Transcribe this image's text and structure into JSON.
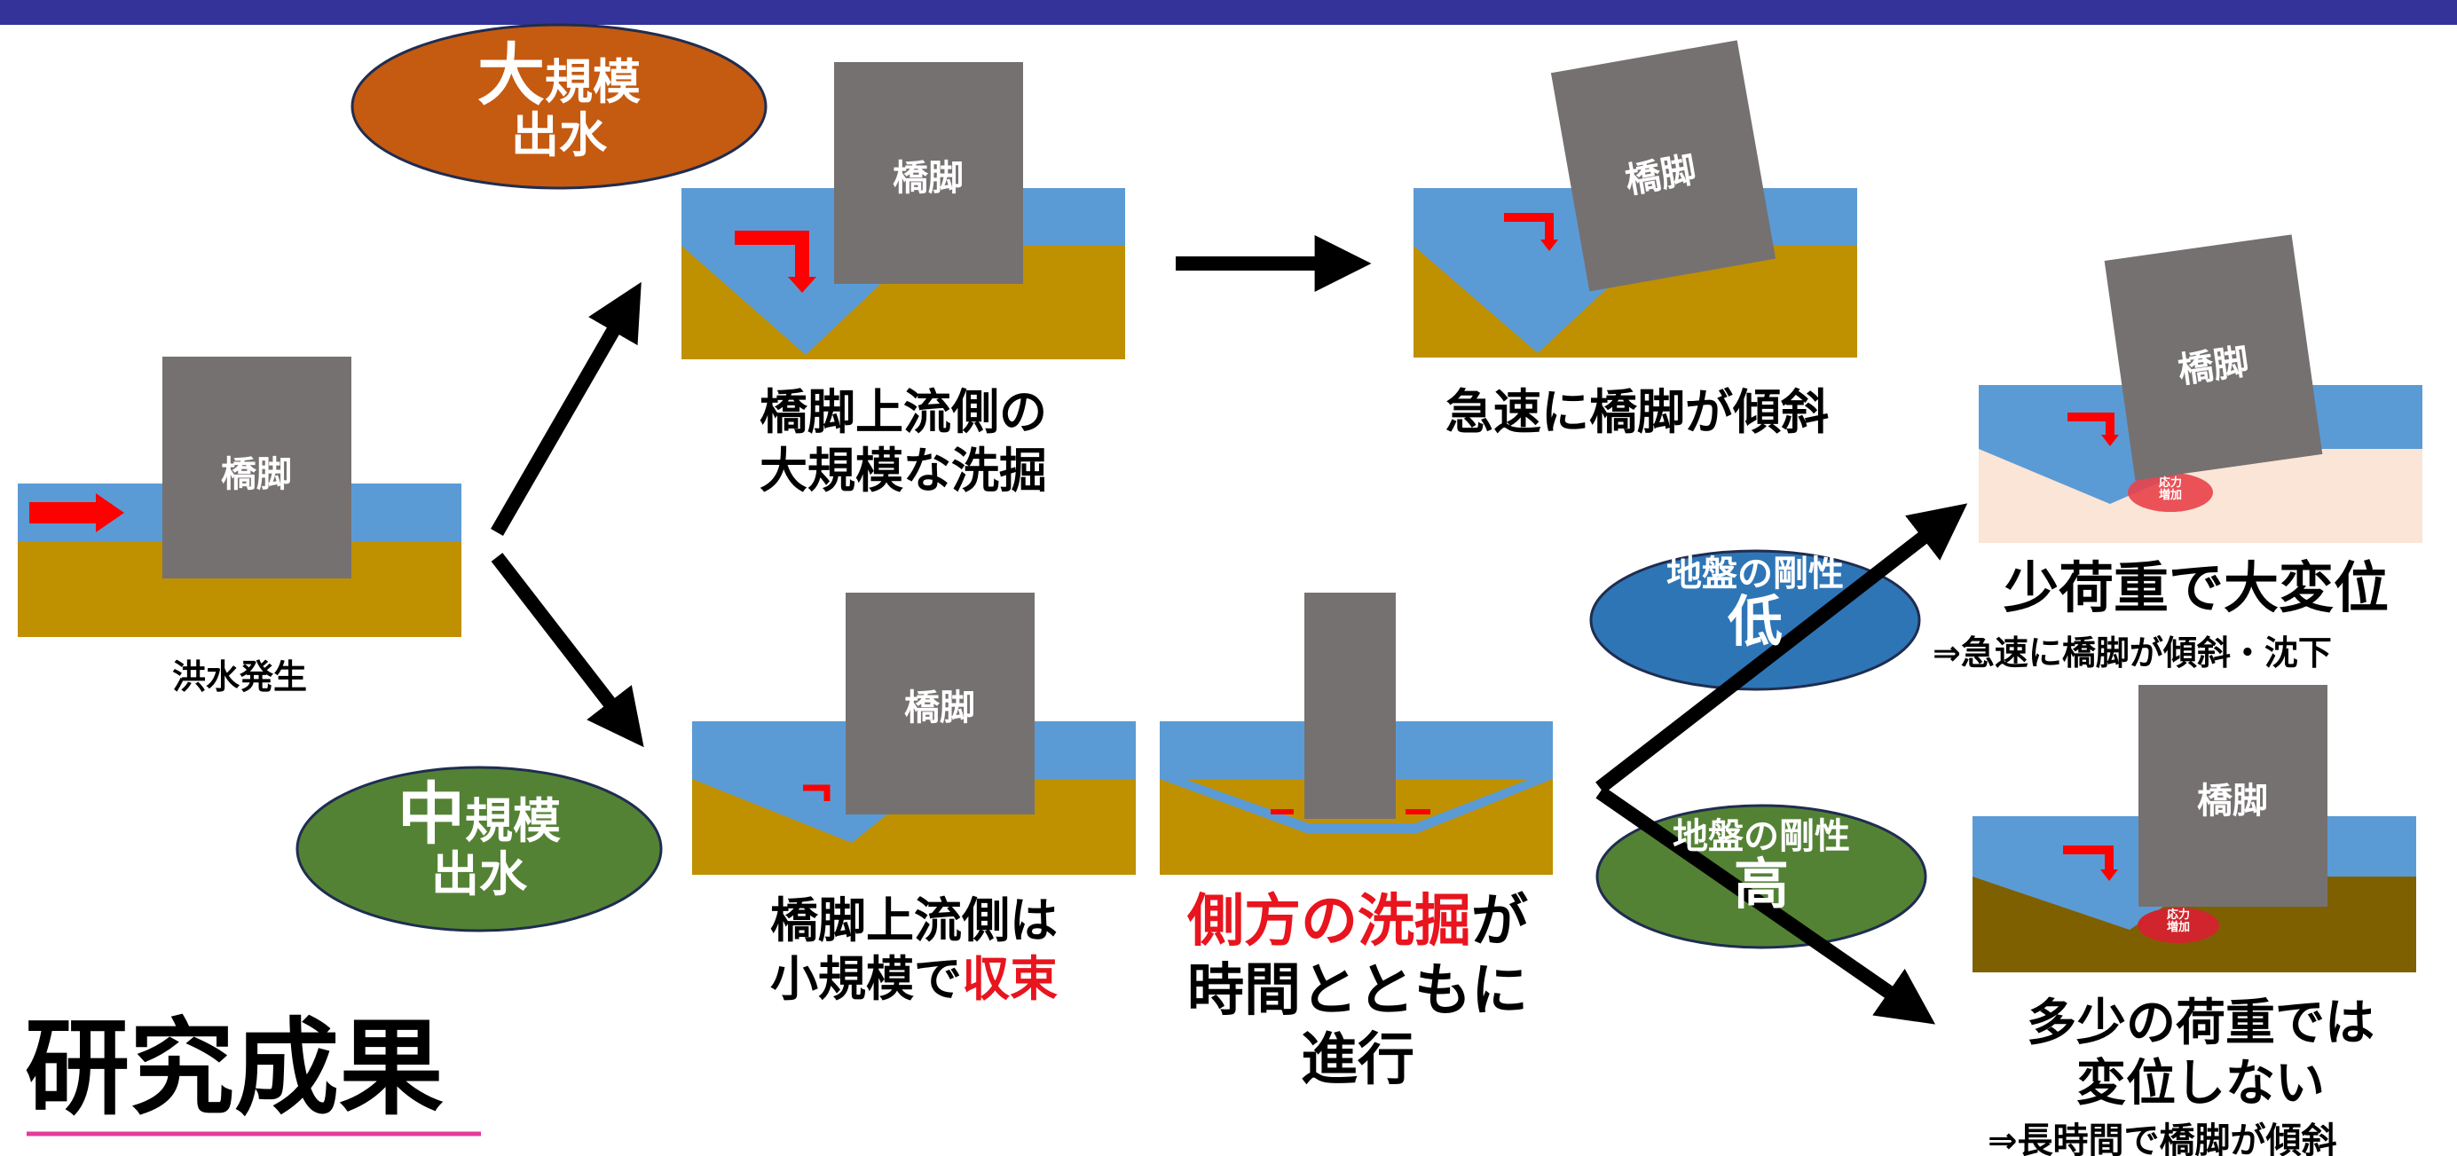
{
  "pier_label": "橋脚",
  "flood": {
    "large_prefix": "大",
    "large_suffix": "規模",
    "medium_prefix": "中",
    "medium_suffix": "規模",
    "outflow": "出水",
    "occurrence": "洪水発生"
  },
  "large_path": {
    "scour_line1": "橋脚上流側の",
    "scour_line2": "大規模な洗掘",
    "tilt": "急速に橋脚が傾斜"
  },
  "medium_path": {
    "converge_line1": "橋脚上流側は",
    "converge_line2a": "小規模で",
    "converge_line2b": "収束",
    "lateral_red": "側方の洗掘",
    "lateral_rest": "が",
    "lateral_line2": "時間とともに",
    "lateral_line3": "進行"
  },
  "stiffness": {
    "label": "地盤の剛性",
    "low": "低",
    "high": "高"
  },
  "outcome_low": {
    "title": "少荷重で大変位",
    "sub": "⇒急速に橋脚が傾斜・沈下"
  },
  "outcome_high": {
    "line1": "多少の荷重では",
    "line2": "変位しない",
    "sub": "⇒長時間で橋脚が傾斜"
  },
  "stress_label": {
    "line1": "応力",
    "line2": "増加"
  },
  "results_title": "研究成果",
  "colors": {
    "header": "#333399",
    "water": "#5b9bd5",
    "sediment": "#bf9000",
    "soft_soil": "#fbe5d6",
    "hard_soil": "#7f6000",
    "pier": "#767171",
    "large_ellipse": "#c55a11",
    "medium_ellipse": "#548235",
    "low_ellipse": "#2e75b6",
    "arrow_red": "#ff0000",
    "underline": "#e6399b"
  }
}
